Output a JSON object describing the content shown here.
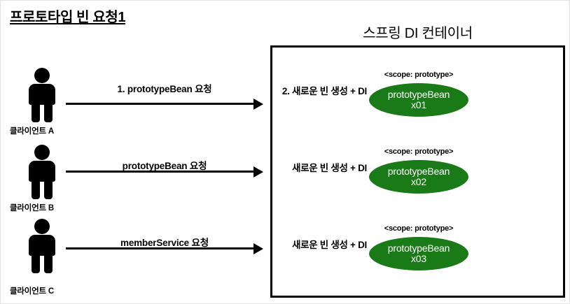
{
  "slide": {
    "title": "프로토타입 빈 요청1",
    "background_color": "#ffffff",
    "frame_color": "#e3e3e3"
  },
  "container": {
    "title": "스프링 DI 컨테이너",
    "border_color": "#000000"
  },
  "colors": {
    "bean_fill": "#1a7a17",
    "bean_text": "#ffffff",
    "line": "#000000"
  },
  "rows": [
    {
      "client_label": "클라이언트 A",
      "client_icon": "person-icon",
      "arrow_label": "1. prototypeBean 요청",
      "arrow_icon": "arrow-right-icon",
      "create_label": "2. 새로운 빈 생성 + DI",
      "scope_label": "<scope: prototype>",
      "bean_name": "prototypeBean",
      "bean_id": "x01"
    },
    {
      "client_label": "클라이언트 B",
      "client_icon": "person-icon",
      "arrow_label": "prototypeBean 요청",
      "arrow_icon": "arrow-right-icon",
      "create_label": "새로운 빈 생성 + DI",
      "scope_label": "<scope: prototype>",
      "bean_name": "prototypeBean",
      "bean_id": "x02"
    },
    {
      "client_label": "클라이언트 C",
      "client_icon": "person-icon",
      "arrow_label": "memberService 요청",
      "arrow_icon": "arrow-right-icon",
      "create_label": "새로운 빈 생성 + DI",
      "scope_label": "<scope: prototype>",
      "bean_name": "prototypeBean",
      "bean_id": "x03"
    }
  ]
}
